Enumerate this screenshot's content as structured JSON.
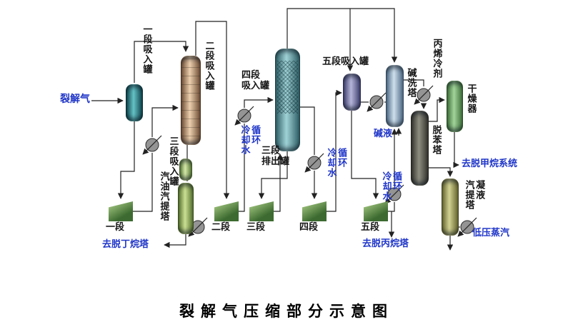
{
  "title": "裂解气压缩部分示意图",
  "colors": {
    "label_blue": "#2036c8",
    "pipe": "#222222"
  },
  "feed": {
    "label": "裂解气"
  },
  "vessels": {
    "stage1_suction_drum": "一段吸入罐",
    "stage2_suction_drum": "二段吸入罐",
    "stage3_suction_drum": "三段吸入罐",
    "gasoline_stripper": "汽油汽提塔",
    "stage3_discharge_drum": "三段\n排出罐",
    "stage4_suction_drum": "四段\n吸入罐",
    "stage5_suction_drum": "五段吸入罐",
    "caustic_wash_tower": "碱洗塔",
    "benzene_removal_tower": "脱苯塔",
    "dryer": "干燥器",
    "condensate_stripper": "凝液\n汽提塔"
  },
  "compressors": {
    "stage1": "一段",
    "stage2": "二段",
    "stage3": "三段",
    "stage4": "四段",
    "stage5": "五段"
  },
  "utilities": {
    "cooling_water": "循环\n冷却水",
    "caustic": "碱液",
    "propylene_refrigerant": "丙烯冷剂",
    "lp_steam": "低压蒸汽"
  },
  "destinations": {
    "to_debutanizer": "去脱丁烷塔",
    "to_depropanizer": "去脱丙烷塔",
    "to_demethanizer": "去脱甲烷系统"
  }
}
